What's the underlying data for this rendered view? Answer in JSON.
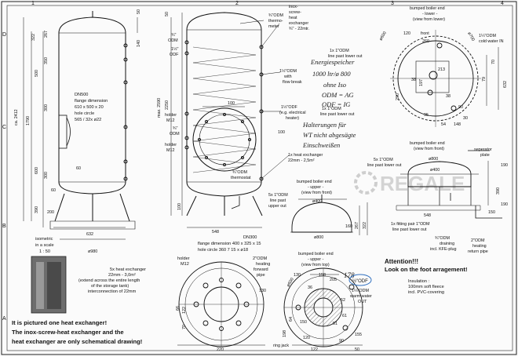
{
  "sheet": {
    "grid_top": [
      "1",
      "2",
      "3",
      "4"
    ],
    "grid_left": [
      "D",
      "C",
      "B",
      "A"
    ]
  },
  "tank_left": {
    "overall_height": "ca. 2412",
    "height_1790": "1790",
    "dn_text": [
      "DN500",
      "flange dimension",
      "610 x 500 x 20",
      "hole circle",
      "565 / 32x ø22"
    ],
    "dims_right": [
      "50",
      "140"
    ],
    "dims_left": [
      "322",
      "267",
      "350",
      "500",
      "300",
      "600",
      "300",
      "390"
    ],
    "dims_misc": [
      "60",
      "60",
      "632",
      "200",
      "ø980"
    ],
    "isometric": [
      "isometric",
      "in a scale",
      "1 : 50"
    ]
  },
  "tank_mid": {
    "labels": {
      "thermometer": [
        "¾\"ODM",
        "thermo-",
        "meter"
      ],
      "inox": [
        "inox-",
        "screw-",
        "heat",
        "exchanger",
        "¾\" - 22mtr."
      ],
      "odm_top": [
        "¾\"",
        "ODM"
      ],
      "odf_top": [
        "1½\"",
        "ODF"
      ],
      "flow_break": [
        "1½\"ODM",
        "with",
        "flow break"
      ],
      "electrical": [
        "1½\"ODF",
        "(e.g. electrical",
        "heater)"
      ],
      "holder1": [
        "holder",
        "M12"
      ],
      "odm_mid": [
        "¾\"",
        "ODM"
      ],
      "holder2": [
        "holder",
        "M12"
      ],
      "thermostat": [
        "¾\"ODM",
        "thermostat"
      ],
      "heat_ex_1x": [
        "1x heat exchanger",
        "22mm - 2,5m²"
      ]
    },
    "dims": [
      "50",
      "100",
      "2250",
      "max. 2590",
      "100",
      "548",
      "100"
    ],
    "dn300": [
      "DN300",
      "flange dimension 400 x 325 x 15",
      "hole circle 360 7 15 x ø18"
    ]
  },
  "handwriting": {
    "lines": [
      "Energiespeicher",
      "1000 ltr/ø 800",
      "ohne Iso",
      "ODM = AG",
      "ODF = IG",
      "Halterungen für",
      "WT nicht abgesägte",
      "Einschweißen"
    ],
    "note_178": "178"
  },
  "bottom_boiler": {
    "title": [
      "bumped boiler end",
      "- lower -",
      "(view from lower)"
    ],
    "front": "front",
    "cold_water": [
      "1¼\"ODM",
      "cold water IN"
    ],
    "dims": [
      "ø600",
      "ø700",
      "260",
      "213",
      "120",
      "70",
      "79",
      "632",
      "290",
      "38",
      "197",
      "95",
      "38",
      "90",
      "54",
      "148",
      "30"
    ],
    "pipe_lower": [
      "1x 1\"ODM",
      "line past lower out"
    ],
    "pipe_lower2": [
      "1x 1\"ODM",
      "line past lower out"
    ]
  },
  "bumped_front": {
    "title": [
      "bumped boiler end",
      "(view from front)"
    ],
    "pipe": [
      "5x 1\"ODM",
      "line past lower out"
    ],
    "separator": [
      "seperator",
      "plate"
    ],
    "dims": [
      "ø800",
      "ø400",
      "190",
      "390",
      "548",
      "190",
      "150"
    ],
    "fitting": [
      "1x fitting pair 1\"ODM",
      "line past lower out"
    ],
    "draining": [
      "¾\"ODM",
      "draining",
      "incl. KFE-plug"
    ],
    "heating_return": [
      "2\"ODM",
      "heating",
      "return pipe"
    ]
  },
  "bumped_upper": {
    "title": [
      "bumped boiler end",
      "- upper -",
      "(view from front)"
    ],
    "pipe": [
      "5x 1\"ODM",
      "line past",
      "upper out"
    ],
    "dims": [
      "ø400",
      "ø800",
      "267",
      "322",
      "160"
    ]
  },
  "heat_ex_text": [
    "5x heat exchanger",
    "22mm - 3,0m²",
    "(extend across the entire length",
    "of the storage tank)",
    "interconnection of 22mm"
  ],
  "holder_bottom": [
    "holder",
    "M12"
  ],
  "heating_forward": [
    "2\"ODM",
    "heating",
    "forward",
    "pipe"
  ],
  "top_view": {
    "title": [
      "bumped boiler end",
      "- upper -",
      "(view from top)"
    ],
    "odf": "½\"ODF",
    "warm": [
      "1¼\"ODM",
      "warm water",
      "OUT"
    ],
    "ring_jack": "ring jack",
    "dims": [
      "130",
      "158",
      "205",
      "36",
      "150",
      "52",
      "61",
      "51",
      "155",
      "120",
      "90",
      "122",
      "50",
      "64",
      "198",
      "ø600"
    ]
  },
  "bottom_left": {
    "dims": [
      "66",
      "122",
      "70",
      "220",
      "130"
    ]
  },
  "attention": [
    "Attention!!!",
    "Look on the foot arragement!"
  ],
  "insulation": [
    "Insulation :",
    "100mm soft fleece",
    "incl. PVC-covering"
  ],
  "bottom_note": [
    "It is pictured one heat exchanger!",
    "The inox-screw-heat exchanger and the",
    "heat exchanger are only schematical drawing!"
  ],
  "watermark": "REGALE"
}
